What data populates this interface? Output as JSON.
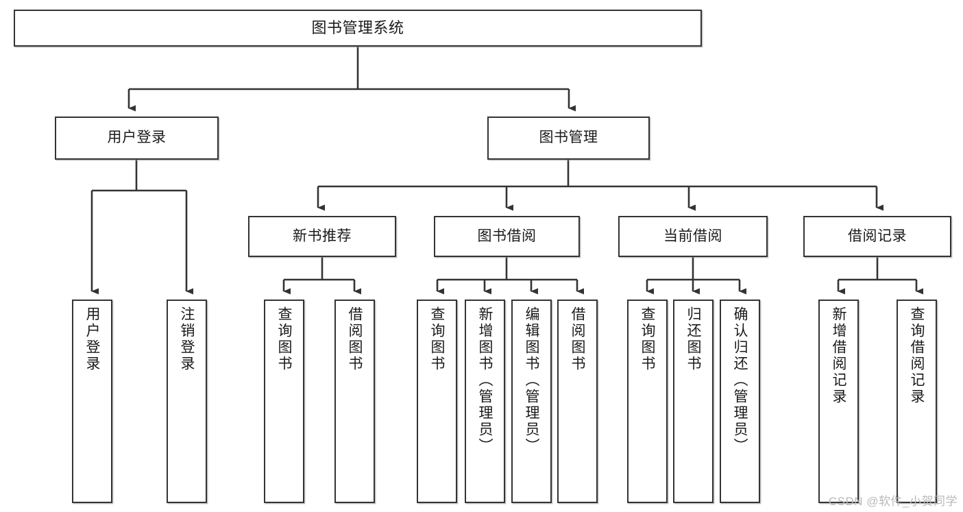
{
  "diagram": {
    "title": "图书管理系统",
    "watermark": "CSDN @软件_小贺同学",
    "colors": {
      "box_border": "#333333",
      "box_fill": "#ffffff",
      "connector": "#333333",
      "text": "#1a1a1a",
      "watermark": "#b9b9b9"
    },
    "nodes": {
      "root": {
        "label": "图书管理系统"
      },
      "level2": [
        {
          "id": "user-login",
          "label": "用户登录"
        },
        {
          "id": "book-manage",
          "label": "图书管理"
        }
      ],
      "level3": [
        {
          "id": "new-book-recommend",
          "label": "新书推荐"
        },
        {
          "id": "book-borrow",
          "label": "图书借阅"
        },
        {
          "id": "current-borrow",
          "label": "当前借阅"
        },
        {
          "id": "borrow-record",
          "label": "借阅记录"
        }
      ],
      "leaves": {
        "user_login": [
          {
            "id": "leaf-user-login",
            "label": "用户登录"
          },
          {
            "id": "leaf-logout-login",
            "label": "注销登录"
          }
        ],
        "new_book_recommend": [
          {
            "id": "leaf-query-book-1",
            "label": "查询图书"
          },
          {
            "id": "leaf-borrow-book-1",
            "label": "借阅图书"
          }
        ],
        "book_borrow": [
          {
            "id": "leaf-query-book-2",
            "label": "查询图书"
          },
          {
            "id": "leaf-add-book",
            "label": "新增图书（管理员）"
          },
          {
            "id": "leaf-edit-book",
            "label": "编辑图书（管理员）"
          },
          {
            "id": "leaf-borrow-book-2",
            "label": "借阅图书"
          }
        ],
        "current_borrow": [
          {
            "id": "leaf-query-book-3",
            "label": "查询图书"
          },
          {
            "id": "leaf-return-book",
            "label": "归还图书"
          },
          {
            "id": "leaf-confirm-return",
            "label": "确认归还（管理员）"
          }
        ],
        "borrow_record": [
          {
            "id": "leaf-add-record",
            "label": "新增借阅记录"
          },
          {
            "id": "leaf-query-record",
            "label": "查询借阅记录"
          }
        ]
      }
    }
  }
}
